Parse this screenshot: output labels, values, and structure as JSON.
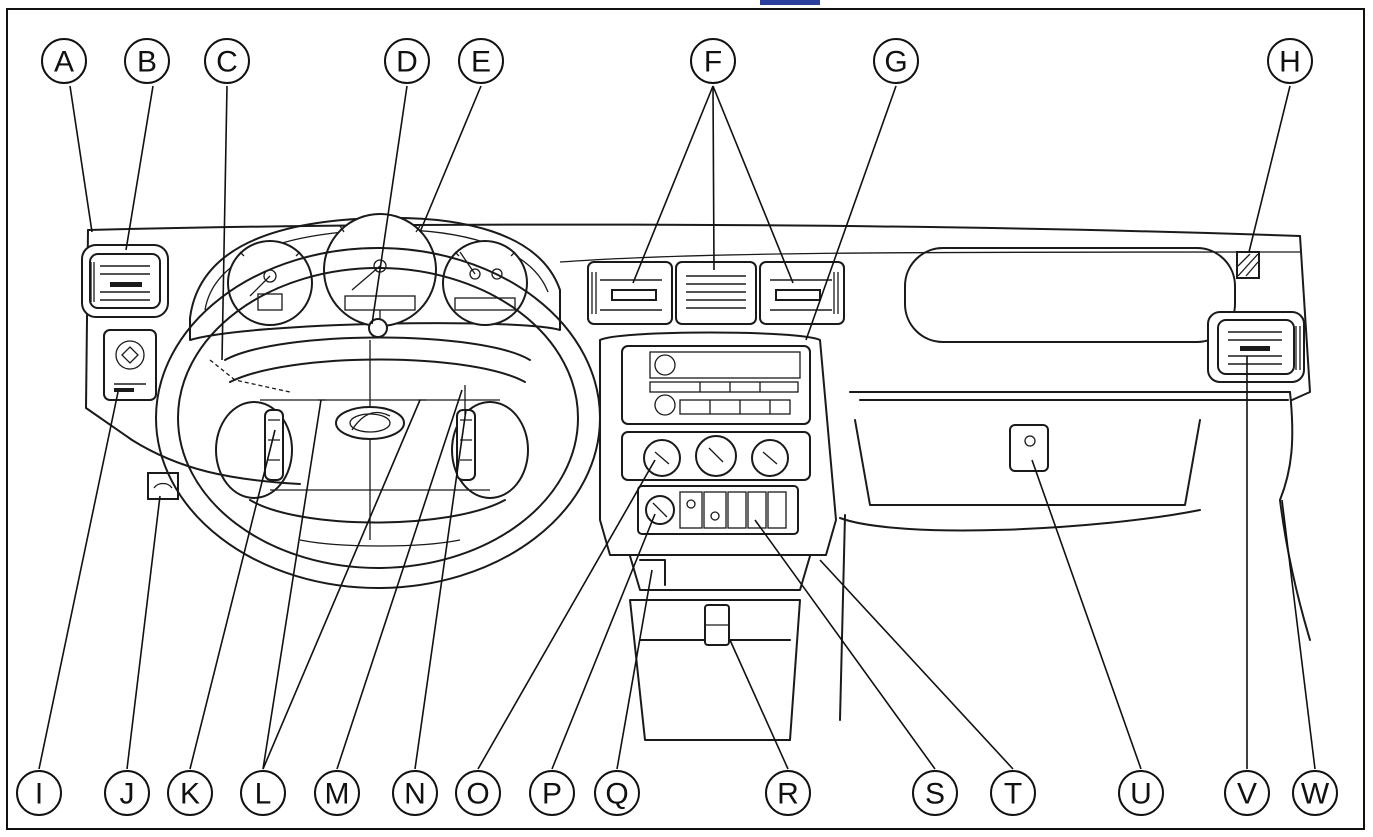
{
  "callouts_top": [
    "A",
    "B",
    "C",
    "D",
    "E",
    "F",
    "G",
    "H"
  ],
  "callouts_bottom": [
    "I",
    "J",
    "K",
    "L",
    "M",
    "N",
    "O",
    "P",
    "Q",
    "R",
    "S",
    "T",
    "U",
    "V",
    "W"
  ],
  "colors": {
    "line": "#1a1a1a",
    "background": "#ffffff",
    "top_accent": "#2b3f9c"
  }
}
